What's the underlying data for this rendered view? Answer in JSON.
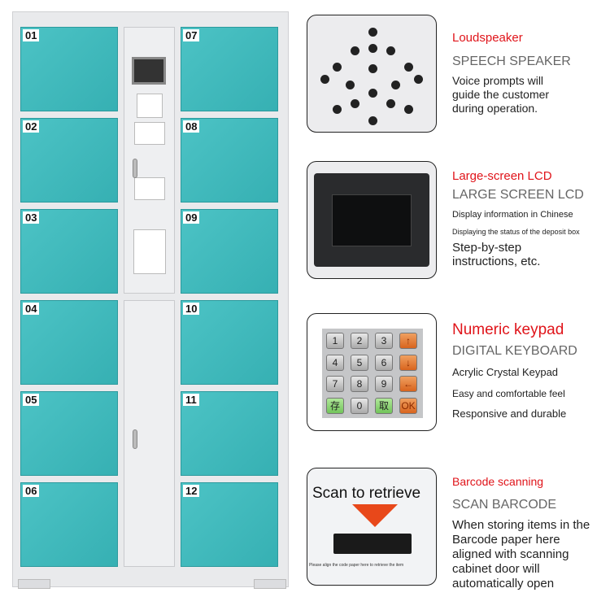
{
  "cabinet": {
    "doors_left": [
      "01",
      "02",
      "03",
      "04",
      "05",
      "06"
    ],
    "doors_right": [
      "07",
      "08",
      "09",
      "10",
      "11",
      "12"
    ],
    "door_color": "#3fb9bc"
  },
  "features": [
    {
      "title": "Loudspeaker",
      "subtitle": "SPEECH SPEAKER",
      "lines": [
        "Voice prompts will guide the customer during operation."
      ],
      "icon": "speaker-grille"
    },
    {
      "title": "Large-screen LCD",
      "subtitle": "LARGE SCREEN LCD",
      "small": [
        "Display information in Chinese",
        "Displaying the status of the deposit box"
      ],
      "lines": [
        "Step-by-step instructions, etc."
      ],
      "icon": "lcd-screen"
    },
    {
      "title": "Numeric keypad",
      "subtitle": "DIGITAL KEYBOARD",
      "small": [
        "Acrylic Crystal Keypad",
        "Easy and comfortable feel",
        "Responsive and durable"
      ],
      "icon": "keypad"
    },
    {
      "title": "Barcode scanning",
      "subtitle": "SCAN BARCODE",
      "lines": [
        "When storing items in the Barcode paper here aligned with scanning cabinet door will automatically open"
      ],
      "icon": "barcode-scanner"
    }
  ],
  "keypad": {
    "keys": [
      "1",
      "2",
      "3",
      "↑",
      "4",
      "5",
      "6",
      "↓",
      "7",
      "8",
      "9",
      "←",
      "存",
      "0",
      "取",
      "OK"
    ]
  },
  "scanner": {
    "heading": "Scan to retrieve",
    "hint": "Please align the code paper here to retrieve the item"
  },
  "accent": "#e0141a"
}
